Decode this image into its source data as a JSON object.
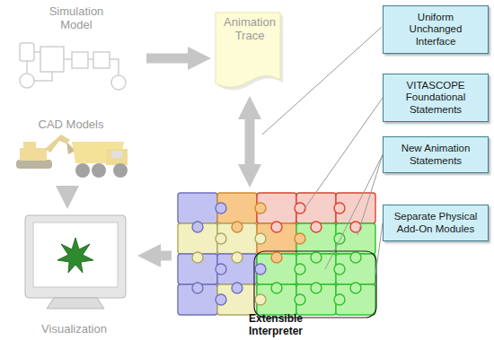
{
  "diagram": {
    "nodes": [
      {
        "text": [
          "Simulation Model"
        ]
      },
      {
        "text": [
          "Animation Trace"
        ]
      },
      {
        "text": [
          "CAD Models"
        ]
      },
      {
        "text": [
          "Visualization"
        ]
      },
      {
        "text": [
          "Extensible Interpreter"
        ]
      },
      {
        "text": [
          "Uniform Unchanged Interface"
        ]
      },
      {
        "text": [
          "VITASCOPE Foundational Statements"
        ]
      },
      {
        "text": [
          "New Animation Statements"
        ]
      },
      {
        "text": [
          "Separate Physical Add-On Modules"
        ]
      }
    ],
    "edges": [
      {
        "from": 0,
        "to": 1,
        "arrow": "to"
      },
      {
        "from": 1,
        "to": 4,
        "arrow": "both"
      },
      {
        "from": 2,
        "to": 3,
        "arrow": "to"
      },
      {
        "from": 4,
        "to": 3,
        "arrow": "to"
      },
      {
        "from": 6,
        "to": 4,
        "arrow": "none"
      },
      {
        "from": 7,
        "to": 4,
        "arrow": "none"
      },
      {
        "from": 7,
        "to": 4,
        "arrow": "none"
      },
      {
        "from": 8,
        "to": 4,
        "arrow": "none"
      }
    ]
  }
}
